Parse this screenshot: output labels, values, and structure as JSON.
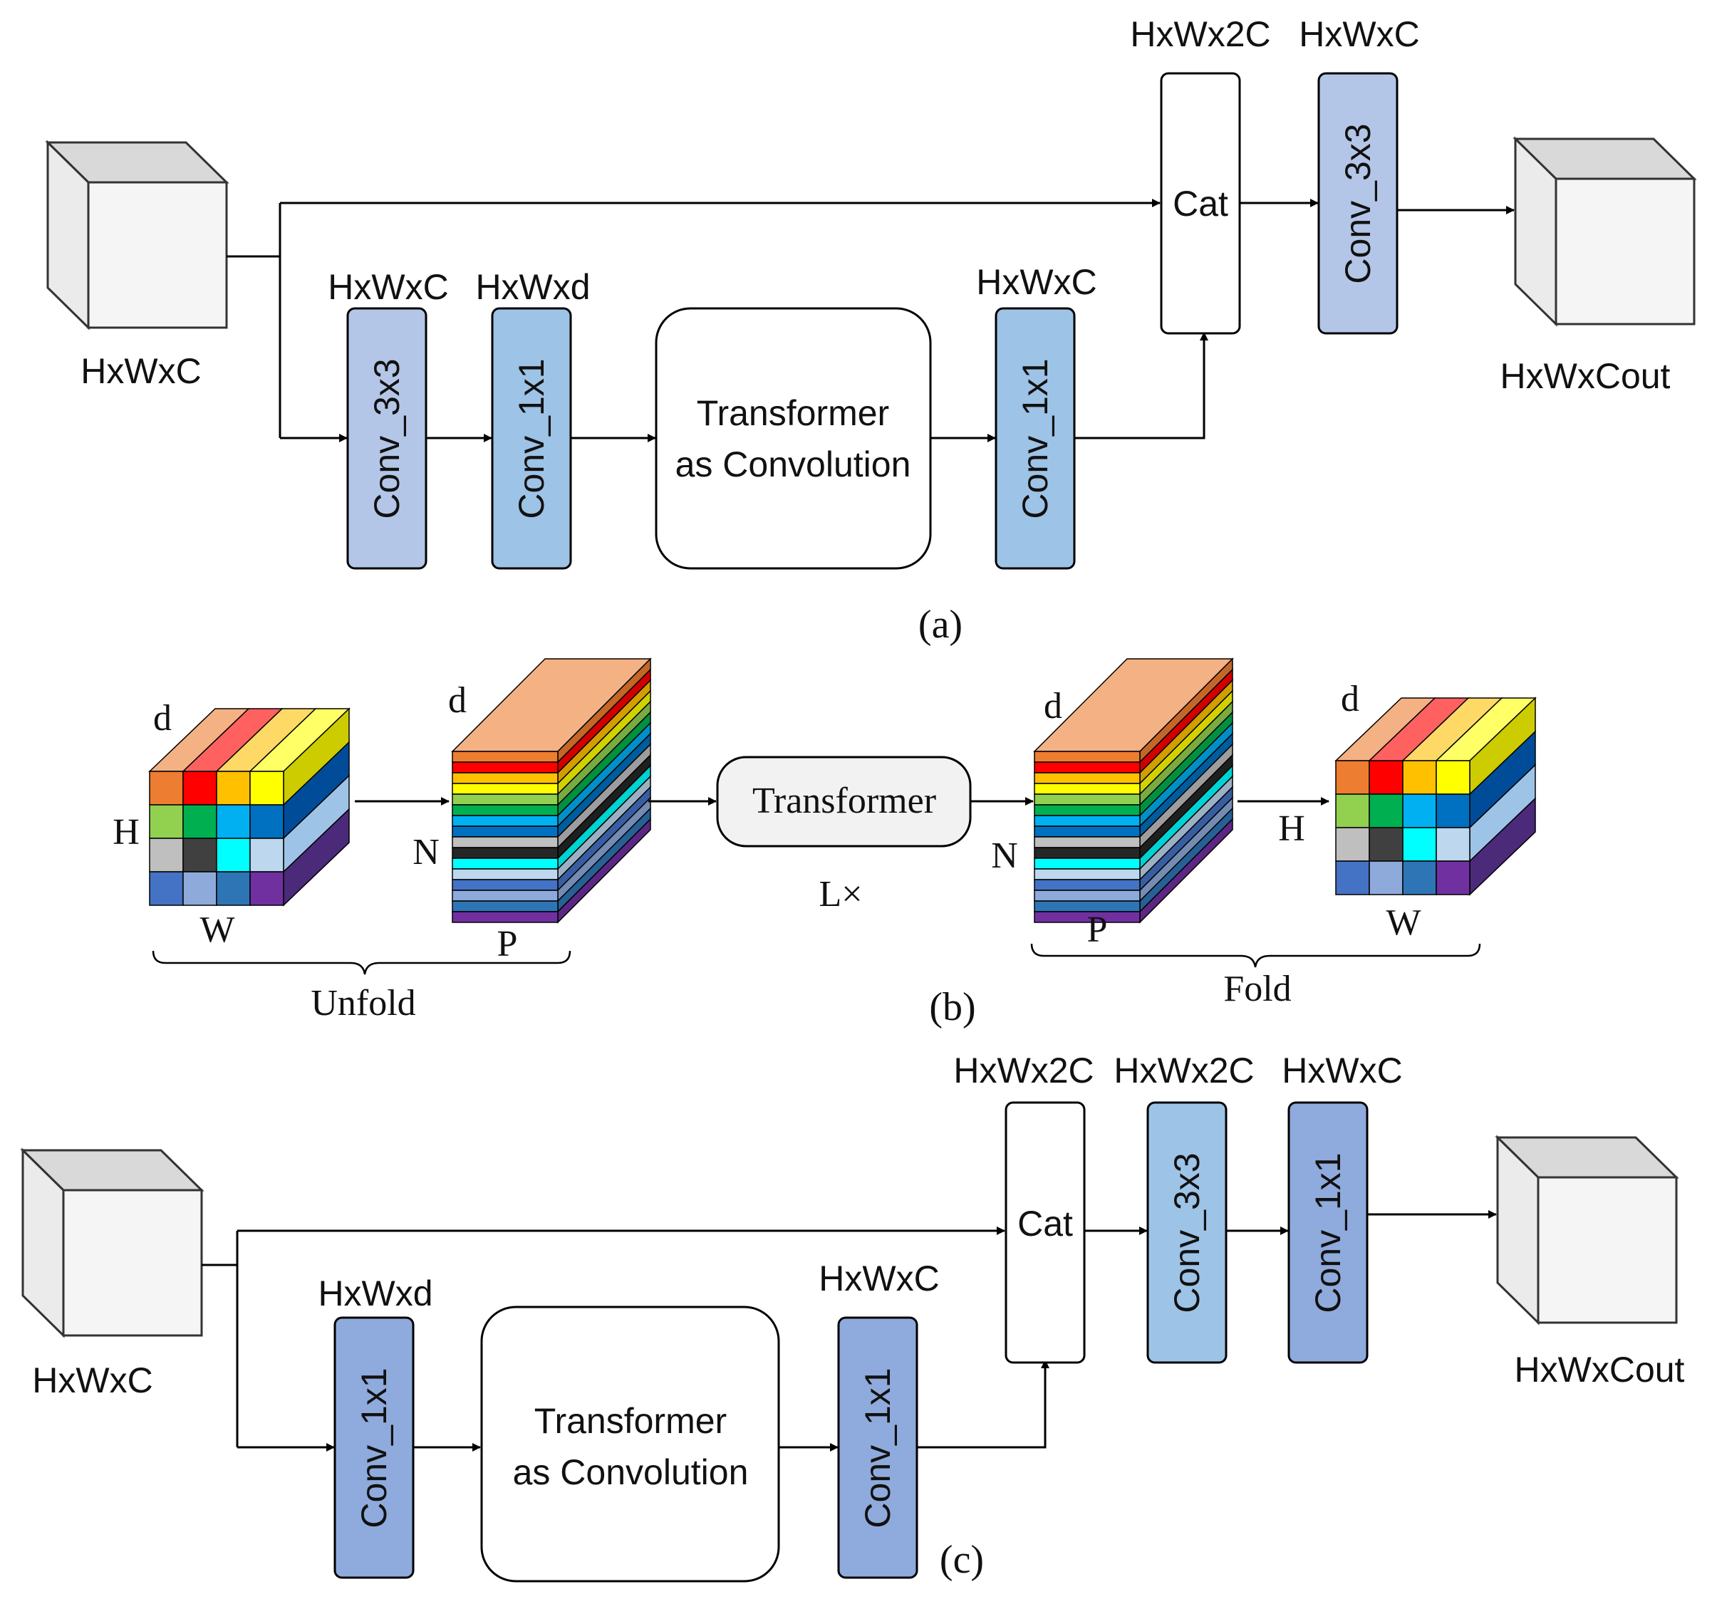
{
  "a": {
    "caption": "(a)",
    "input_label": "HxWxC",
    "output_label": "HxWxCout",
    "blocks": {
      "conv3x3": {
        "text": "Conv_3x3",
        "shape": "HxWxC"
      },
      "conv1x1_in": {
        "text": "Conv_1x1",
        "shape": "HxWxd"
      },
      "transformer": {
        "line1": "Transformer",
        "line2": "as Convolution"
      },
      "conv1x1_out": {
        "text": "Conv_1x1",
        "shape": "HxWxC"
      },
      "cat": {
        "text": "Cat",
        "shape": "HxWx2C"
      },
      "conv3x3_final": {
        "text": "Conv_3x3",
        "shape": "HxWxC"
      }
    }
  },
  "b": {
    "caption": "(b)",
    "unfold": "Unfold",
    "fold": "Fold",
    "transformer": "Transformer",
    "repeat": "L×",
    "labels": {
      "d": "d",
      "h": "H",
      "w": "W",
      "n": "N",
      "p": "P"
    }
  },
  "c": {
    "caption": "(c)",
    "input_label": "HxWxC",
    "output_label": "HxWxCout",
    "blocks": {
      "conv1x1_in": {
        "text": "Conv_1x1",
        "shape": "HxWxd"
      },
      "transformer": {
        "line1": "Transformer",
        "line2": "as Convolution"
      },
      "conv1x1_out": {
        "text": "Conv_1x1",
        "shape": "HxWxC"
      },
      "cat": {
        "text": "Cat",
        "shape": "HxWx2C"
      },
      "conv3x3": {
        "text": "Conv_3x3",
        "shape": "HxWx2C"
      },
      "conv1x1_final": {
        "text": "Conv_1x1",
        "shape": "HxWxC"
      }
    }
  },
  "colors": {
    "conv_lavender": "#b4c6e7",
    "conv_blue": "#9dc3e6",
    "conv_periwinkle": "#8faadc",
    "cube_face": "#f2f2f2",
    "cube_top": "#d9d9d9",
    "transformer_fill": "#f2f2f2"
  }
}
